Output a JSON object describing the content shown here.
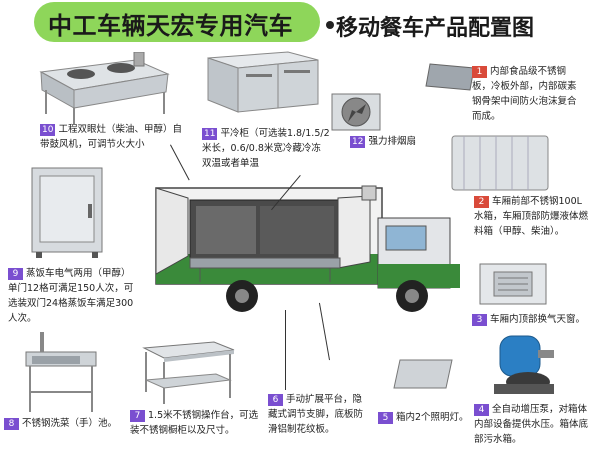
{
  "header": {
    "title": "中工车辆天宏专用汽车",
    "subtitle": "移动餐车产品配置图"
  },
  "items": [
    {
      "num": "10",
      "text": "工程双眼灶（柴油、甲醇）自带鼓风机，可调节火大小"
    },
    {
      "num": "11",
      "text": "平冷柜（可选装1.8/1.5/2米长，0.6/0.8米宽冷藏冷冻双温或者单温"
    },
    {
      "num": "12",
      "text": "强力排烟扇"
    },
    {
      "num": "1",
      "text": "内部食品级不锈钢板，冷板外部，内部碳素钢骨架中间防火泡沫复合而成。"
    },
    {
      "num": "2",
      "text": "车厢前部不锈钢100L水箱，车厢顶部防爆液体燃料箱（甲醇、柴油）。"
    },
    {
      "num": "3",
      "text": "车厢内顶部换气天窗。"
    },
    {
      "num": "4",
      "text": "全自动增压泵，对箱体内部设备提供水压。箱体底部污水箱。"
    },
    {
      "num": "5",
      "text": "箱内2个照明灯。"
    },
    {
      "num": "6",
      "text": "手动扩展平台，隐藏式调节支脚，底板防滑铝制花纹板。"
    },
    {
      "num": "7",
      "text": "1.5米不锈钢操作台，可选装不锈钢橱柜以及尺寸。"
    },
    {
      "num": "8",
      "text": "不锈钢洗菜（手）池。"
    },
    {
      "num": "9",
      "text": "蒸饭车电气两用（甲醇）单门12格可满足150人次，可选装双门24格蒸饭车满足300人次。"
    }
  ],
  "colors": {
    "title_bg": "#8ed65a",
    "badge": "#7a4fd0",
    "badge_red": "#d94a3a",
    "truck_green": "#3a8a3a"
  }
}
